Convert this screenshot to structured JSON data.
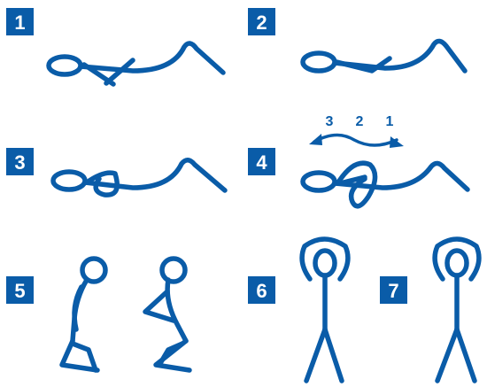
{
  "steps": [
    {
      "number": "1"
    },
    {
      "number": "2"
    },
    {
      "number": "3"
    },
    {
      "number": "4"
    },
    {
      "number": "5"
    },
    {
      "number": "6"
    },
    {
      "number": "7"
    }
  ],
  "rotation_arrow": {
    "labels": [
      "3",
      "2",
      "1"
    ]
  },
  "colors": {
    "accent": "#0a5ca8",
    "badge": "#0a5ca8",
    "badge_text": "#ffffff"
  }
}
